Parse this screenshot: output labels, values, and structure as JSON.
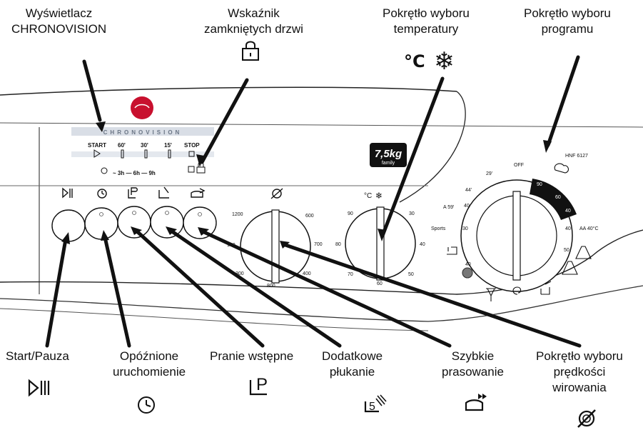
{
  "callouts_top": {
    "display": {
      "line1": "Wyświetlacz",
      "line2": "CHRONOVISION"
    },
    "door_lock": {
      "line1": "Wskaźnik",
      "line2": "zamkniętych drzwi"
    },
    "temperature_knob": {
      "line1": "Pokrętło wyboru",
      "line2": "temperatury",
      "symbol": "°C"
    },
    "program_knob": {
      "line1": "Pokrętło wyboru",
      "line2": "programu"
    }
  },
  "callouts_bottom": {
    "start_pause": {
      "line1": "Start/Pauza"
    },
    "delay_start": {
      "line1": "Opóźnione",
      "line2": "uruchomienie"
    },
    "prewash": {
      "line1": "Pranie wstępne",
      "symbol": "P"
    },
    "extra_rinse": {
      "line1": "Dodatkowe",
      "line2": "płukanie",
      "symbol": "5"
    },
    "easy_iron": {
      "line1": "Szybkie",
      "line2": "prasowanie"
    },
    "spin_knob": {
      "line1": "Pokrętło wyboru",
      "line2": "prędkości",
      "line3": "wirowania"
    }
  },
  "panel": {
    "display_brand": "CHRONOVISION",
    "display_times": [
      "START",
      "60'",
      "30'",
      "15'",
      "STOP"
    ],
    "display_delays": "~ 3h — 6h — 9h",
    "capacity_badge": {
      "value": "7,5kg",
      "sub": "family"
    },
    "model": "HNF 6127",
    "spin_scale": [
      "1200",
      "600",
      "700",
      "800",
      "100",
      "300",
      "400"
    ],
    "temp_scale": [
      "90",
      "30",
      "40",
      "50",
      "60",
      "70",
      "80"
    ],
    "temp_unit": "°C",
    "program_off": "OFF",
    "program_labels": [
      "90",
      "60",
      "40",
      "40",
      "40",
      "30",
      "Sports",
      "40",
      "50",
      "AA 40°C",
      "A 59'",
      "29'",
      "44'"
    ]
  },
  "colors": {
    "brand_red": "#c8102e",
    "dark": "#111111"
  }
}
